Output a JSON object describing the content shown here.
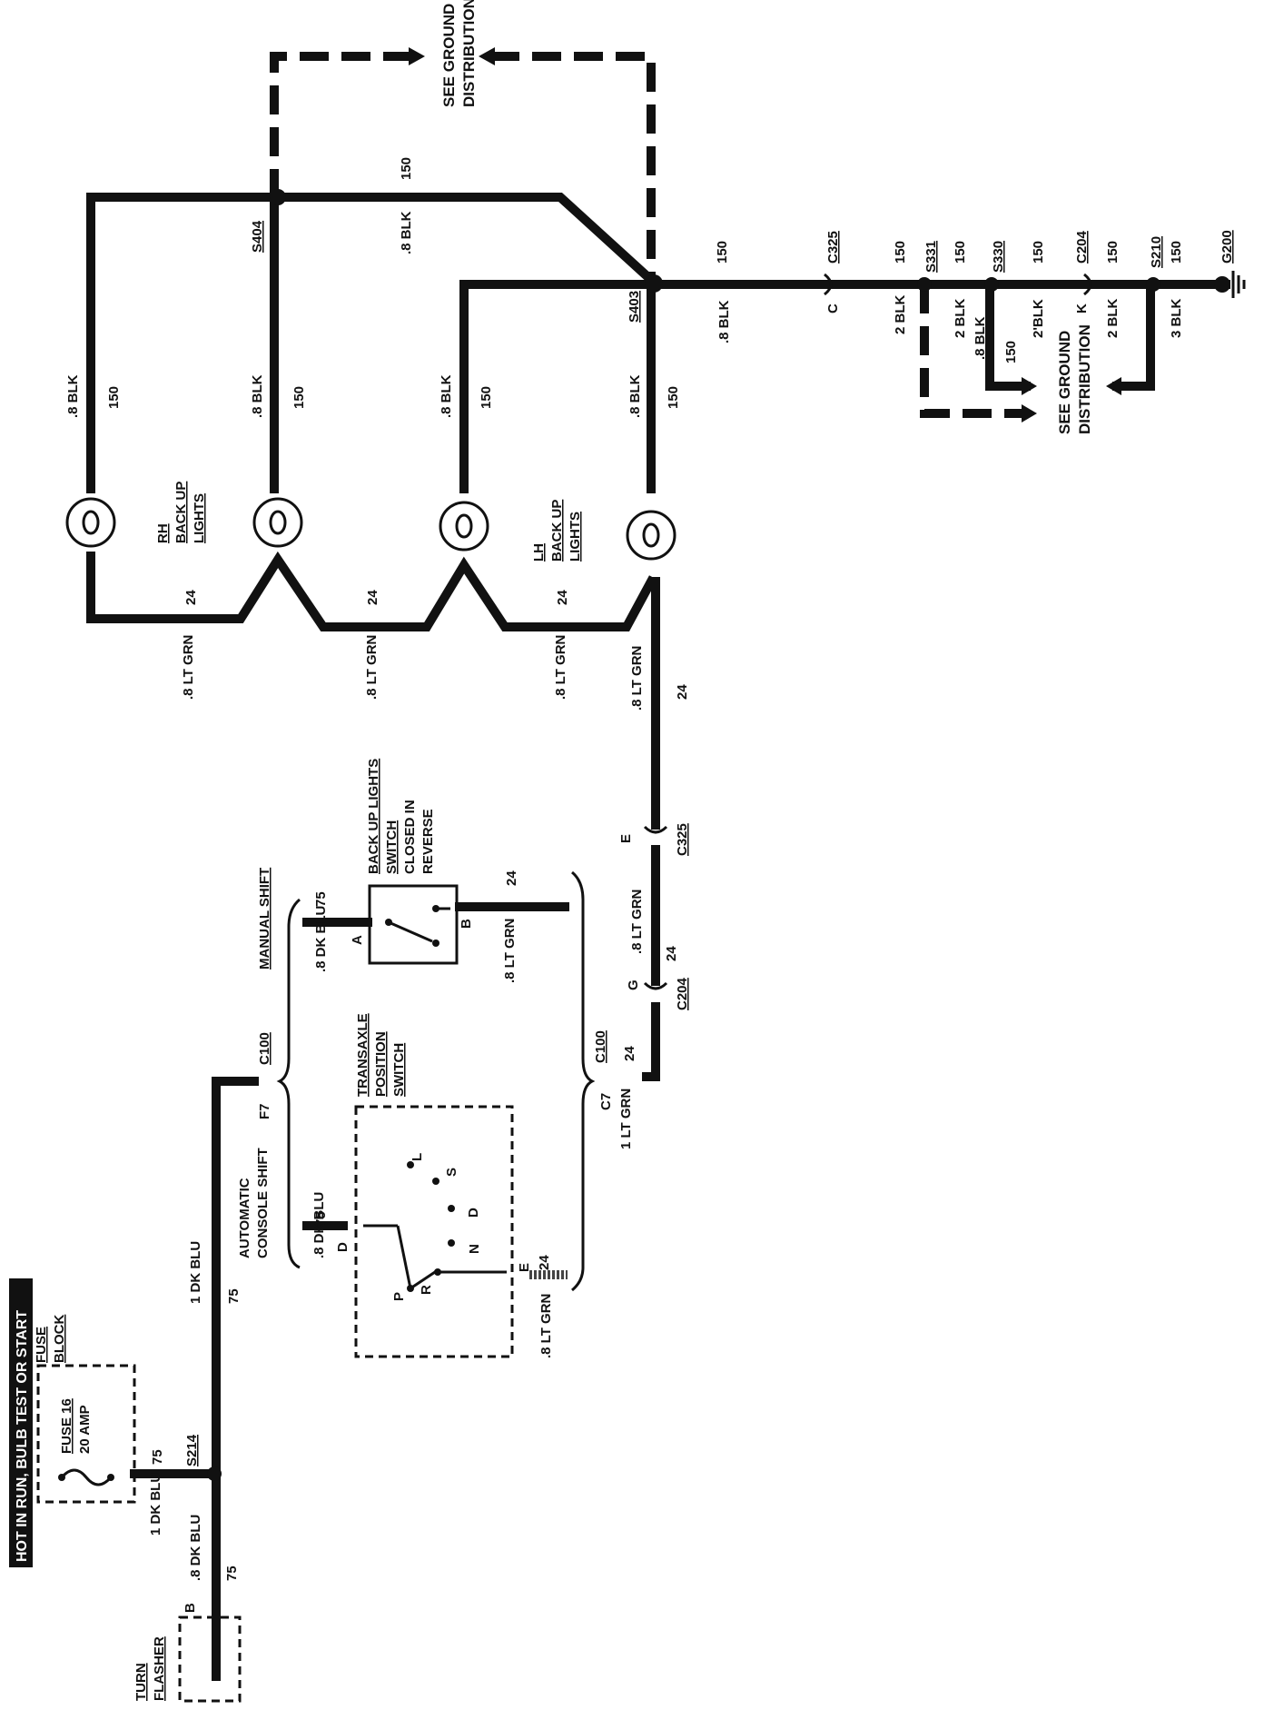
{
  "header": {
    "power_text": "HOT IN RUN, BULB TEST OR START"
  },
  "fuse_block": {
    "title_1": "FUSE",
    "title_2": "BLOCK",
    "fuse_name": "FUSE 16",
    "fuse_rating": "20 AMP"
  },
  "turn_flasher": {
    "title_1": "TURN",
    "title_2": "FLASHER",
    "pin": "B"
  },
  "splices": {
    "s214": "S214",
    "s404": "S404",
    "s403": "S403",
    "s331": "S331",
    "s330": "S330",
    "s210": "S210"
  },
  "connectors": {
    "c325_top": "C325",
    "c204_top": "C204",
    "c325_mid": "C325",
    "c204_mid": "C204",
    "c100_a": "C100",
    "c100_b": "C100"
  },
  "ground": {
    "g200": "G200"
  },
  "ground_dist": {
    "line_1": "SEE GROUND",
    "line_2": "DISTRIBUTION"
  },
  "pins": {
    "c": "C",
    "k": "K",
    "e": "E",
    "g": "G",
    "f7": "F7",
    "c7": "C7",
    "a": "A",
    "b": "B",
    "d": "D",
    "e2": "E"
  },
  "circuits": {
    "c150": "150",
    "c75": "75",
    "c24": "24"
  },
  "wires": {
    "blk_08": ".8 BLK",
    "blk_2": "2 BLK",
    "blk_2b": "2'BLK",
    "blk_3": "3 BLK",
    "ltgrn_08": ".8 LT GRN",
    "ltgrn_1": "1 LT GRN",
    "dkblu_1": "1 DK BLU",
    "dkblu_08": ".8 DK BLU"
  },
  "lamps": {
    "rh_1": "RH",
    "rh_2": "BACK UP",
    "rh_3": "LIGHTS",
    "lh_1": "LH",
    "lh_2": "BACK UP",
    "lh_3": "LIGHTS",
    "symbol": "O"
  },
  "switches": {
    "backup_1": "BACK UP LIGHTS",
    "backup_2": "SWITCH",
    "backup_3": "CLOSED IN",
    "backup_4": "REVERSE",
    "manual": "MANUAL SHIFT",
    "auto_1": "AUTOMATIC",
    "auto_2": "CONSOLE SHIFT",
    "trans_1": "TRANSAXLE",
    "trans_2": "POSITION",
    "trans_3": "SWITCH",
    "pos_p": "P",
    "pos_r": "R",
    "pos_n": "N",
    "pos_d": "D",
    "pos_s": "S",
    "pos_l": "L"
  }
}
